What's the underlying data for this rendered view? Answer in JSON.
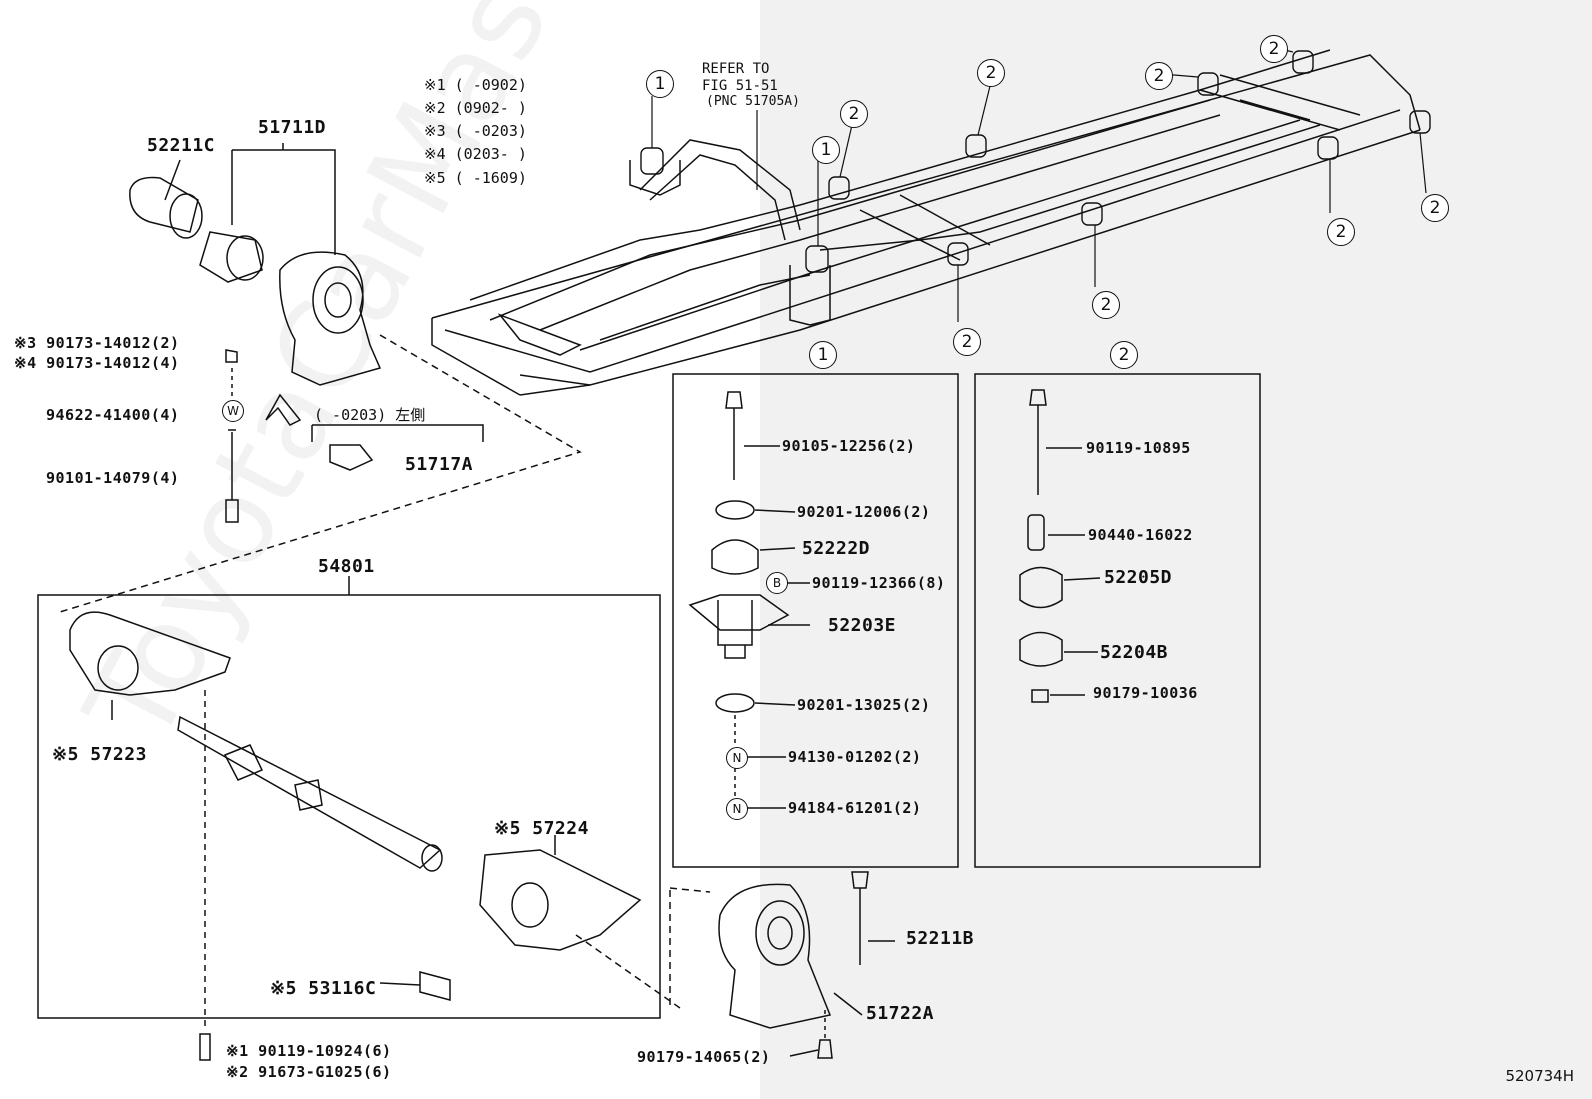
{
  "validity_notes": [
    "※1 (      -0902)",
    "※2 (0902-      )",
    "※3 (      -0203)",
    "※4 (0203-      )",
    "※5 (      -1609)"
  ],
  "refer": {
    "line1": "REFER TO",
    "line2": "FIG 51-51",
    "line3": "(PNC 51705A)"
  },
  "callouts": {
    "one": "1",
    "two": "2"
  },
  "parts": {
    "p52211C": "52211C",
    "p51711D": "51711D",
    "p90173_3": "※3 90173-14012(2)",
    "p90173_4": "※4 90173-14012(4)",
    "p94622": "94622-41400(4)",
    "p90101": "90101-14079(4)",
    "left_side_note": "(      -0203) 左側",
    "p51717A": "51717A",
    "p54801": "54801",
    "p57223": "※5 57223",
    "p57224": "※5 57224",
    "p53116C": "※5 53116C",
    "p90119_10924": "※1 90119-10924(6)",
    "p91673": "※2 91673-G1025(6)",
    "p52211B": "52211B",
    "p51722A": "51722A",
    "p90179_14065": "90179-14065(2)",
    "box1": {
      "p90105": "90105-12256(2)",
      "p90201_12006": "90201-12006(2)",
      "p52222D": "52222D",
      "p90119_12366": "90119-12366(8)",
      "p52203E": "52203E",
      "p90201_13025": "90201-13025(2)",
      "p94130": "94130-01202(2)",
      "p94184": "94184-61201(2)"
    },
    "box2": {
      "p90119_10895": "90119-10895",
      "p90440": "90440-16022",
      "p52205D": "52205D",
      "p52204B": "52204B",
      "p90179_10036": "90179-10036"
    }
  },
  "marks": {
    "w": "W",
    "b": "B",
    "n": "N"
  },
  "watermark": "ToyotaCarMaster.ru",
  "diagram_code": "520734H"
}
